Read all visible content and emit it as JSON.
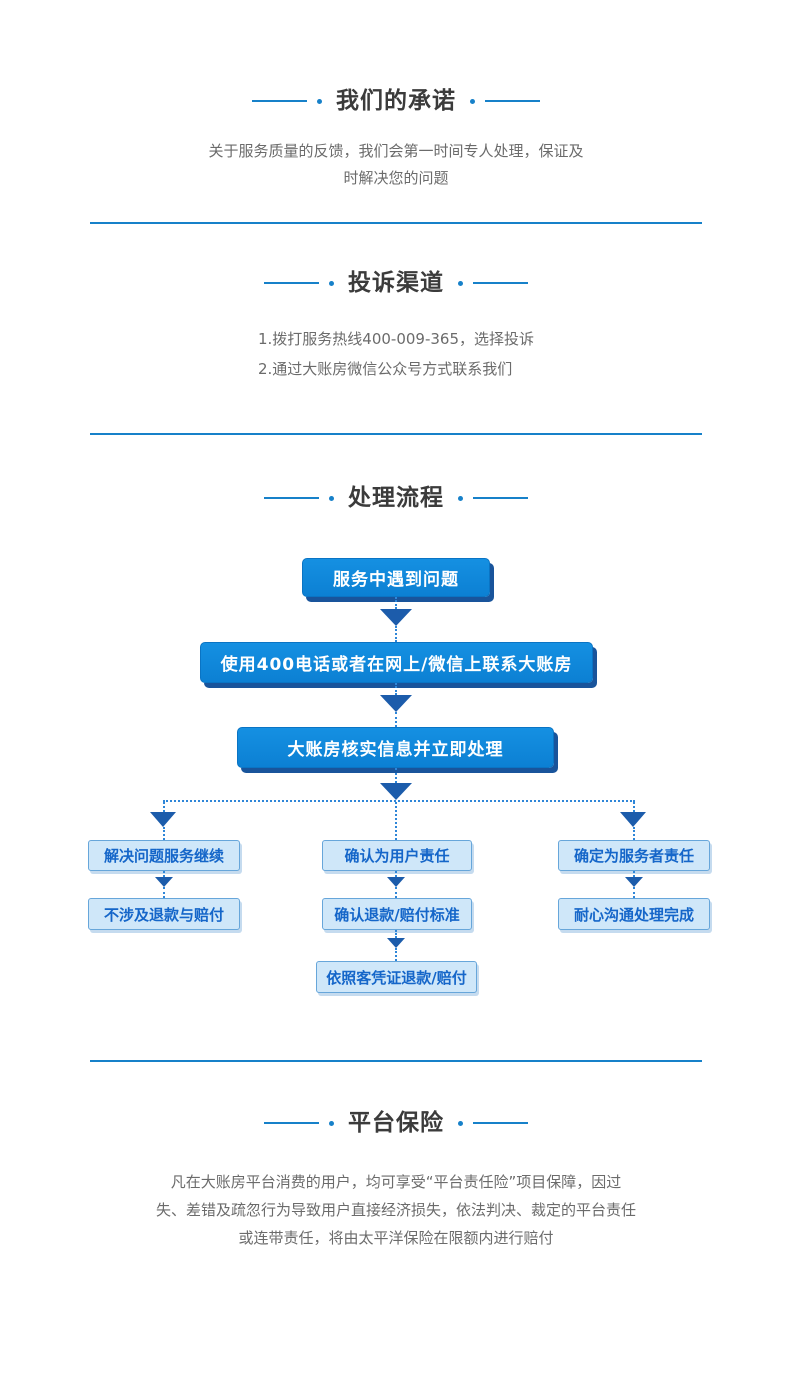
{
  "theme": {
    "accent_blue": "#1781c9",
    "main_box_blue": "#0e86da",
    "main_box_shadow": "#19549b",
    "light_box_bg": "#cfe7f9",
    "light_box_border": "#67a6da",
    "light_box_text": "#1566c9",
    "arrow_blue": "#1c5cab",
    "dotted_line_blue": "#2e86d8",
    "heading_text": "#3b3b3b",
    "body_text": "#6b6b6b"
  },
  "sections": {
    "promise": {
      "title": "我们的承诺",
      "lines": {
        "0": "关于服务质量的反馈，我们会第一时间专人处理，保证及",
        "1": "时解决您的问题"
      }
    },
    "channels": {
      "title": "投诉渠道",
      "items": {
        "0": "1.拨打服务热线400-009-365，选择投诉",
        "1": "2.通过大账房微信公众号方式联系我们"
      }
    },
    "process": {
      "title": "处理流程",
      "steps": {
        "0": "服务中遇到问题",
        "1": "使用400电话或者在网上/微信上联系大账房",
        "2": "大账房核实信息并立即处理"
      },
      "branches": {
        "left": {
          "0": "解决问题服务继续",
          "1": "不涉及退款与赔付"
        },
        "middle": {
          "0": "确认为用户责任",
          "1": "确认退款/赔付标准",
          "2": "依照客凭证退款/赔付"
        },
        "right": {
          "0": "确定为服务者责任",
          "1": "耐心沟通处理完成"
        }
      }
    },
    "insurance": {
      "title": "平台保险",
      "lines": {
        "0": "凡在大账房平台消费的用户，均可享受“平台责任险”项目保障，因过",
        "1": "失、差错及疏忽行为导致用户直接经济损失，依法判决、裁定的平台责任",
        "2": "或连带责任，将由太平洋保险在限额内进行赔付"
      }
    }
  }
}
